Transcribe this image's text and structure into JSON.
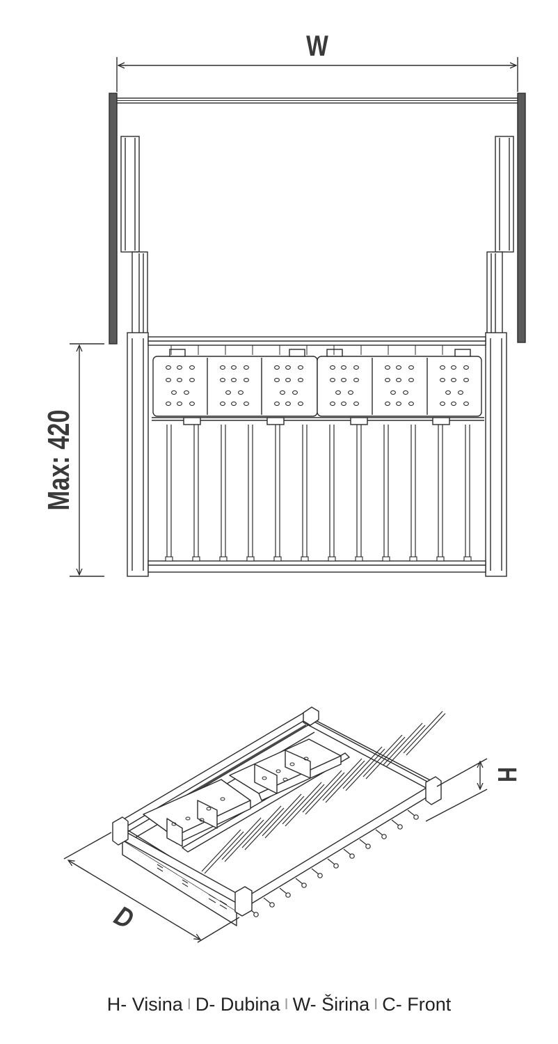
{
  "top_view": {
    "width_label": "W",
    "depth_label": "Max: 420"
  },
  "iso_view": {
    "height_label": "H",
    "depth_label": "D"
  },
  "legend": {
    "items": [
      "H- Visina",
      "D- Dubina",
      "W- Širina",
      "C- Front"
    ],
    "separator": "I"
  },
  "colors": {
    "line": "#2b2b2b",
    "dark_rail": "#4a4a4a",
    "label": "#3a3a3a"
  }
}
